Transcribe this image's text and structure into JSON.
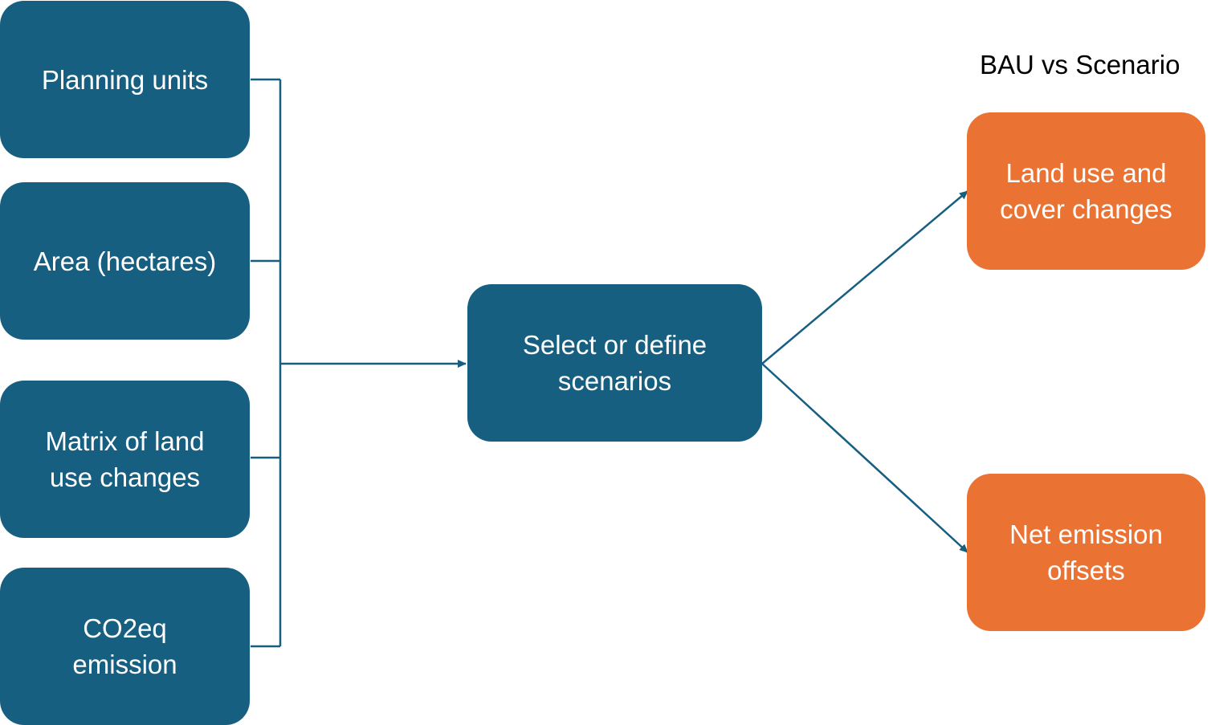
{
  "inputs": [
    {
      "label": "Planning units"
    },
    {
      "label": "Area (hectares)"
    },
    {
      "label": "Matrix of land\nuse changes"
    },
    {
      "label": "CO2eq\nemission"
    }
  ],
  "process": {
    "label": "Select or define\nscenarios"
  },
  "outputs_heading": "BAU vs Scenario",
  "outputs": [
    {
      "label": "Land use and\ncover changes"
    },
    {
      "label": "Net emission\noffsets"
    }
  ],
  "colors": {
    "input_box": "#175f80",
    "process_box": "#175f80",
    "output_box": "#ea7333",
    "connector": "#175f80",
    "text_on_box": "#ffffff",
    "heading_text": "#000000"
  }
}
